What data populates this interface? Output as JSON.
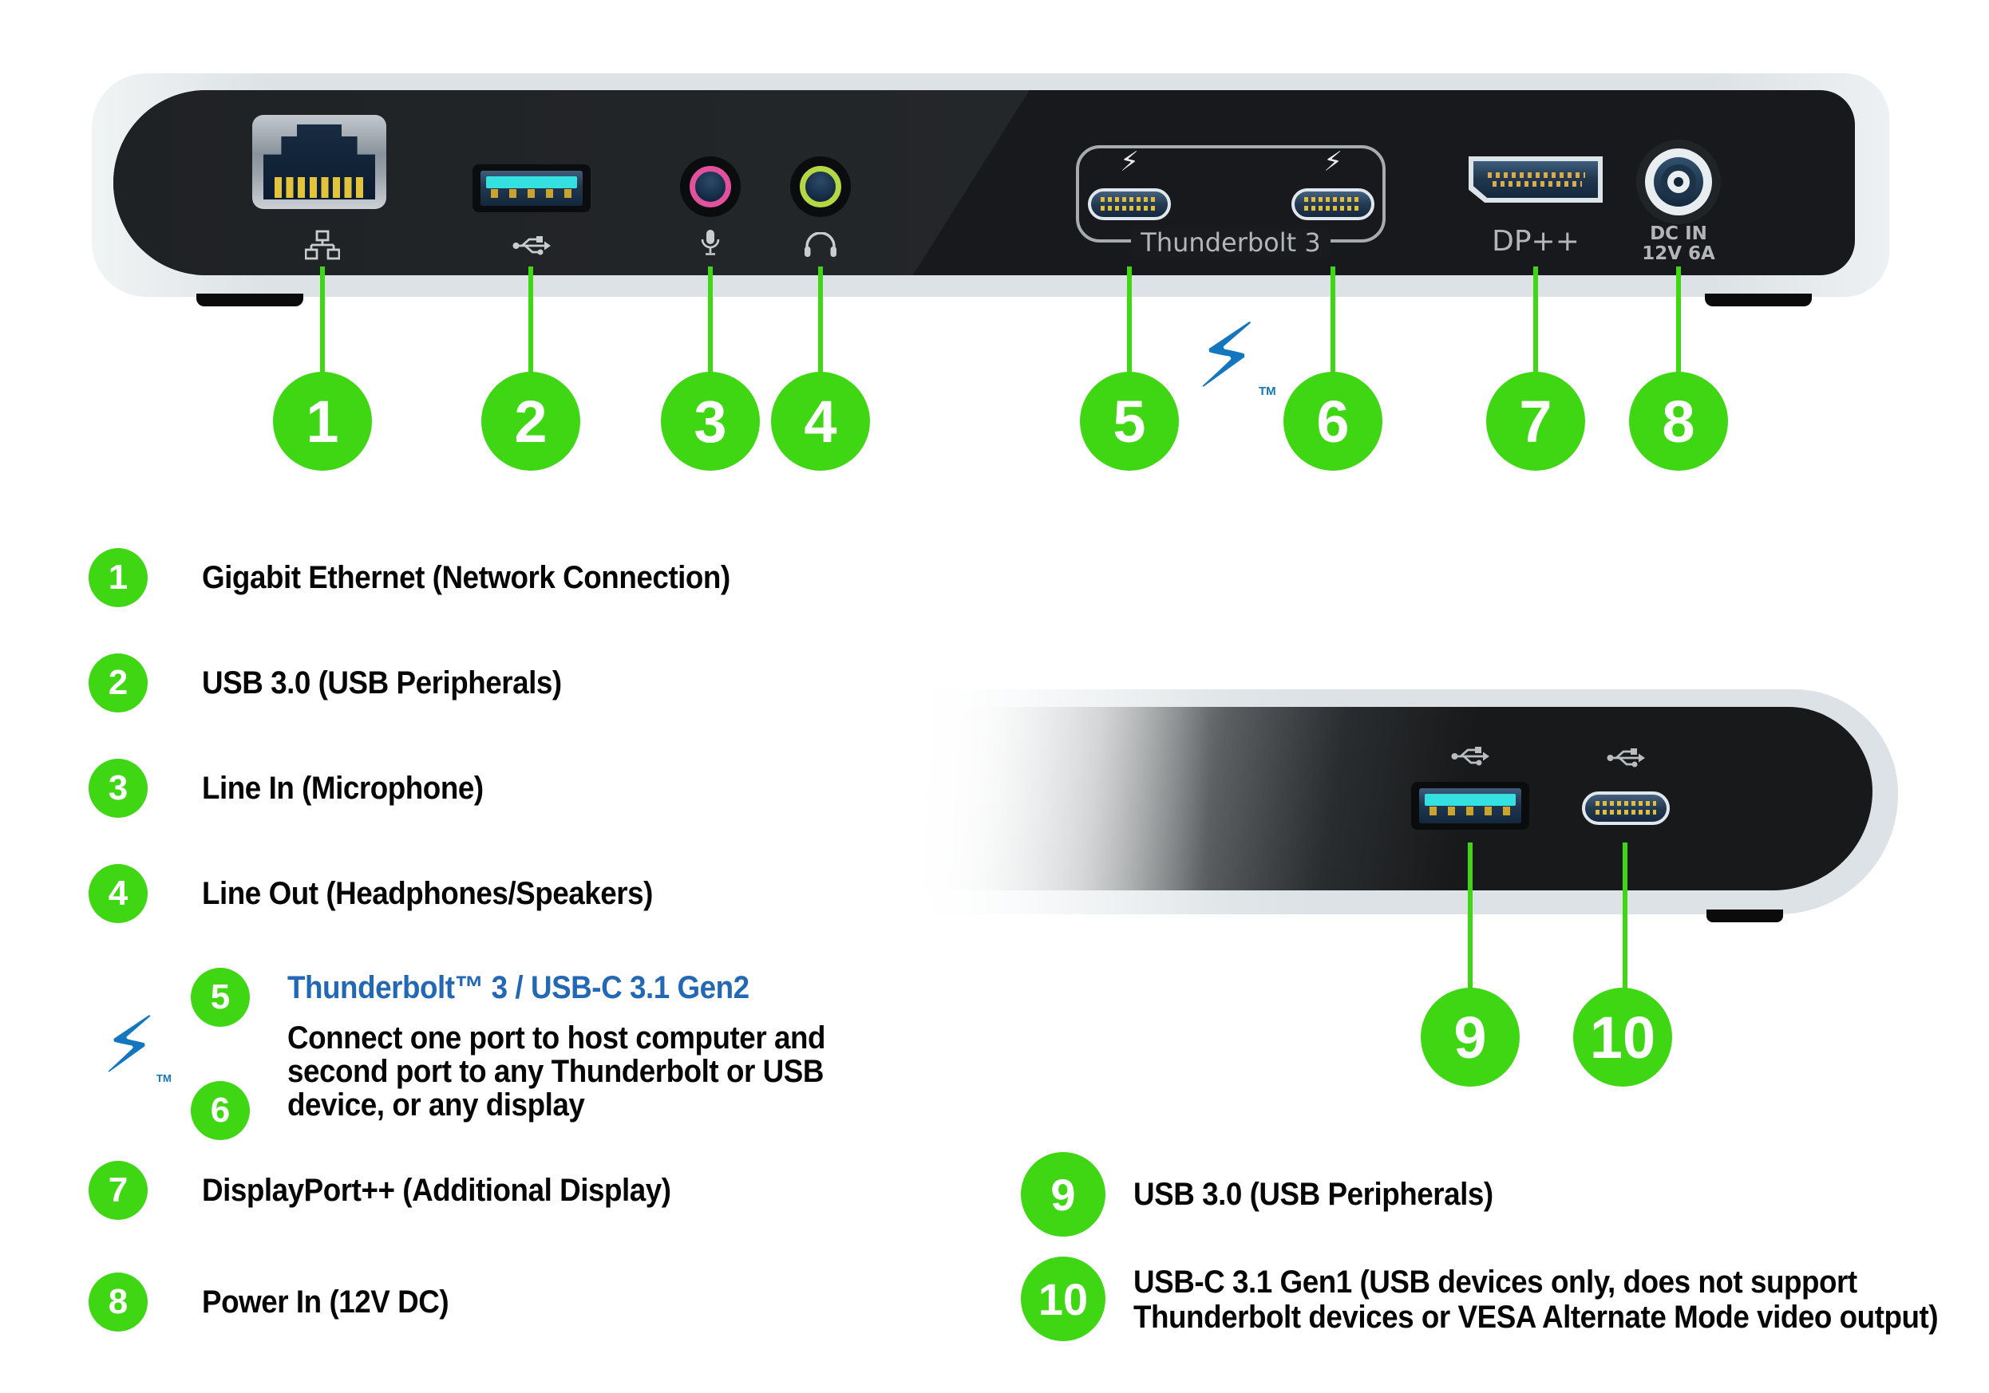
{
  "colors": {
    "callout_green": "#3fd613",
    "thunderbolt_logo_blue": "#1277be",
    "thunderbolt_title_blue": "#2368b4",
    "usb_port_cyan": "#35e0e0",
    "line_in_pink": "#e2519c",
    "line_out_green": "#b4d742",
    "pin_gold": "#e3c23c"
  },
  "icons": {
    "bolt_glyph": "⚡",
    "trademark": "TM"
  },
  "back_panel": {
    "thunderbolt_group_label": "Thunderbolt 3",
    "displayport_label": "DP++",
    "dc_in_label_line1": "DC IN",
    "dc_in_label_line2": "12V 6A",
    "callouts": [
      "1",
      "2",
      "3",
      "4",
      "5",
      "6",
      "7",
      "8"
    ]
  },
  "front_panel": {
    "callouts": [
      "9",
      "10"
    ]
  },
  "legend": {
    "items_left": [
      {
        "num": "1",
        "label": "Gigabit Ethernet (Network Connection)"
      },
      {
        "num": "2",
        "label": "USB 3.0 (USB Peripherals)"
      },
      {
        "num": "3",
        "label": "Line In (Microphone)"
      },
      {
        "num": "4",
        "label": "Line Out (Headphones/Speakers)"
      },
      {
        "num": "7",
        "label": "DisplayPort++ (Additional Display)"
      },
      {
        "num": "8",
        "label": "Power In (12V DC)"
      }
    ],
    "thunderbolt_item": {
      "num_top": "5",
      "num_bottom": "6",
      "title": "Thunderbolt™ 3 / USB-C 3.1 Gen2",
      "desc_line1": "Connect one port to host computer and",
      "desc_line2": "second port to any Thunderbolt or USB",
      "desc_line3": "device, or any display"
    },
    "items_right": [
      {
        "num": "9",
        "label_line1": "USB 3.0 (USB Peripherals)"
      },
      {
        "num": "10",
        "label_line1": "USB-C 3.1 Gen1 (USB devices only, does not support",
        "label_line2": "Thunderbolt devices or VESA Alternate Mode video output)"
      }
    ]
  }
}
